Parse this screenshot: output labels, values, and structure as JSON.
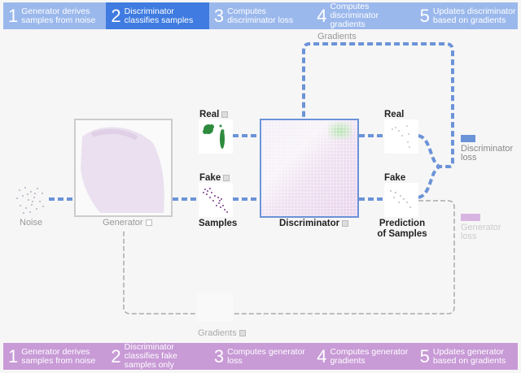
{
  "top_steps": [
    {
      "num": "1",
      "text": "Generator derives samples from noise",
      "active": false
    },
    {
      "num": "2",
      "text": "Discriminator classifies samples",
      "active": true
    },
    {
      "num": "3",
      "text": "Computes discriminator loss",
      "active": false
    },
    {
      "num": "4",
      "text": "Computes discriminator gradients",
      "active": false
    },
    {
      "num": "5",
      "text": "Updates discriminator based on gradients",
      "active": false
    }
  ],
  "bottom_steps": [
    {
      "num": "1",
      "text": "Generator derives samples from noise"
    },
    {
      "num": "2",
      "text": "Discriminator classifies fake samples only"
    },
    {
      "num": "3",
      "text": "Computes generator loss"
    },
    {
      "num": "4",
      "text": "Computes generator gradients"
    },
    {
      "num": "5",
      "text": "Updates generator based on gradients"
    }
  ],
  "diagram": {
    "noise_label": "Noise",
    "generator_label": "Generator",
    "real_label": "Real",
    "fake_label": "Fake",
    "samples_label": "Samples",
    "discriminator_label": "Discriminator",
    "pred_real_label": "Real",
    "pred_fake_label": "Fake",
    "prediction_label": "Prediction of Samples",
    "top_gradients_label": "Gradients",
    "bottom_gradients_label": "Gradients",
    "discriminator_loss_label": "Discriminator loss",
    "generator_loss_label": "Generator loss"
  },
  "colors": {
    "top_bar": "#9bb8ec",
    "top_active": "#3f7be0",
    "bottom_bar": "#c89ad6",
    "discriminator_path": "#6b93d8",
    "generator_path": "#aaaaaa",
    "real_points": "#2e8b3e",
    "fake_points": "#7b3f8c"
  }
}
